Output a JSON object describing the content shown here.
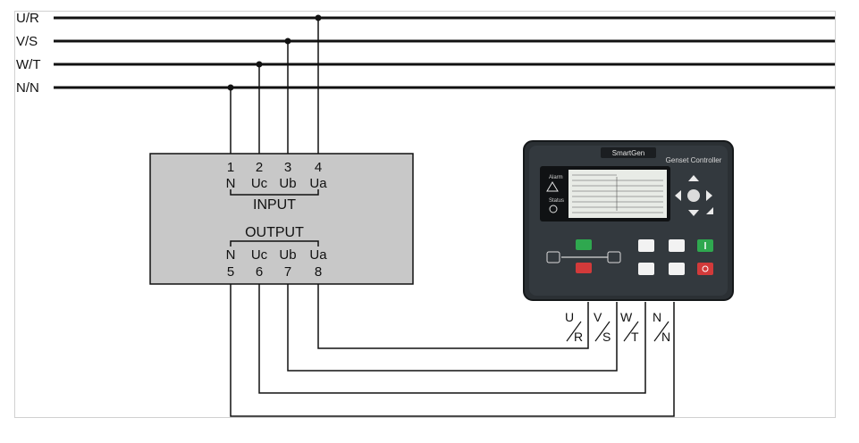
{
  "bus_lines": [
    {
      "label": "U/R"
    },
    {
      "label": "V/S"
    },
    {
      "label": "W/T"
    },
    {
      "label": "N/N"
    }
  ],
  "converter": {
    "input_label": "INPUT",
    "output_label": "OUTPUT",
    "input_terminals": [
      {
        "num": "1",
        "name": "N"
      },
      {
        "num": "2",
        "name": "Uc"
      },
      {
        "num": "3",
        "name": "Ub"
      },
      {
        "num": "4",
        "name": "Ua"
      }
    ],
    "output_terminals": [
      {
        "num": "5",
        "name": "N"
      },
      {
        "num": "6",
        "name": "Uc"
      },
      {
        "num": "7",
        "name": "Ub"
      },
      {
        "num": "8",
        "name": "Ua"
      }
    ]
  },
  "controller": {
    "brand": "SmartGen",
    "model_title": "Genset Controller",
    "alarm_label": "Alarm",
    "status_label": "Status",
    "terminals": [
      {
        "top": "U",
        "bottom": "R"
      },
      {
        "top": "V",
        "bottom": "S"
      },
      {
        "top": "W",
        "bottom": "T"
      },
      {
        "top": "N",
        "bottom": "N"
      }
    ]
  },
  "colors": {
    "line": "#111111",
    "box_fill": "#c8c8c8",
    "controller_body": "#2f3438",
    "screen": "#e8ebe6",
    "green_button": "#2fa84f",
    "red_button": "#d23a3a"
  }
}
